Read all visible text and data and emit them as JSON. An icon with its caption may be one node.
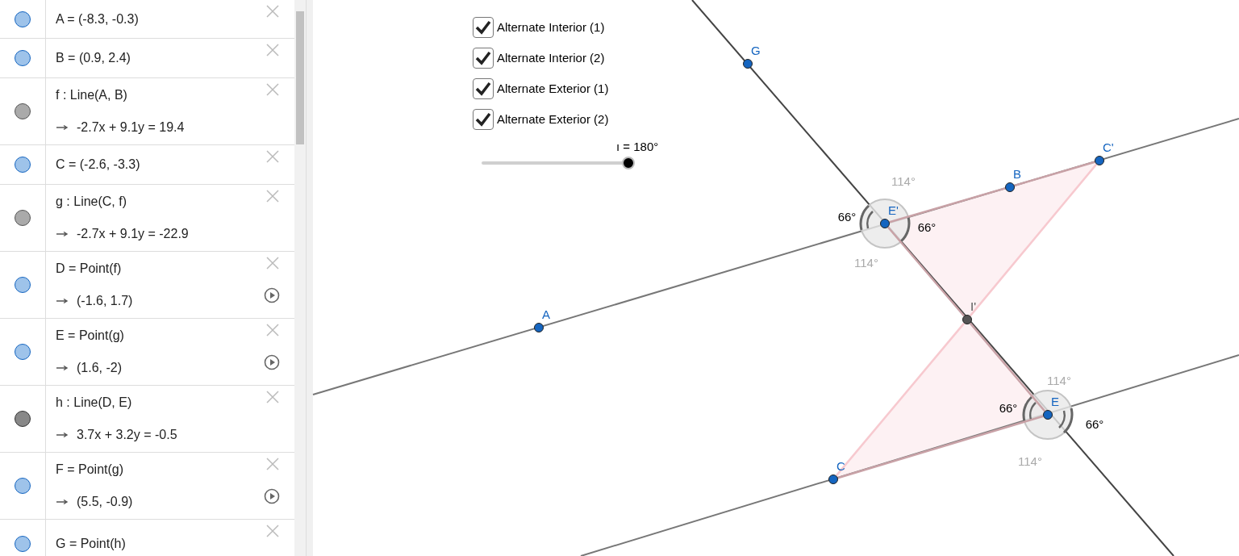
{
  "diagram": {
    "nodes": [
      {
        "text": [
          "G"
        ]
      },
      {
        "text": [
          "C'"
        ]
      },
      {
        "text": [
          "B"
        ]
      },
      {
        "text": [
          "E'"
        ]
      },
      {
        "text": [
          "A"
        ]
      },
      {
        "text": [
          "I'"
        ]
      },
      {
        "text": [
          "E"
        ]
      },
      {
        "text": [
          "C"
        ]
      }
    ],
    "edges": [
      {
        "from": 3,
        "to": 1,
        "arrow": "none"
      },
      {
        "from": 1,
        "to": 5,
        "arrow": "none",
        "color": "#f7c9cf"
      },
      {
        "from": 3,
        "to": 5,
        "arrow": "none"
      },
      {
        "from": 5,
        "to": 6,
        "arrow": "none"
      },
      {
        "from": 5,
        "to": 7,
        "arrow": "none",
        "color": "#f7c9cf"
      },
      {
        "from": 7,
        "to": 6,
        "arrow": "none"
      }
    ],
    "labels": [
      "A = (-8.3, -0.3)",
      "B = (0.9, 2.4)",
      "f : Line(A, B)",
      "-2.7x + 9.1y = 19.4",
      "C = (-2.6, -3.3)",
      "g : Line(C, f)",
      "-2.7x + 9.1y = -22.9",
      "D = Point(f)",
      "(-1.6, 1.7)",
      "E = Point(g)",
      "(1.6, -2)",
      "h : Line(D, E)",
      "3.7x + 3.2y = -0.5",
      "F = Point(g)",
      "(5.5, -0.9)",
      "G = Point(h)",
      "Alternate Interior (1)",
      "Alternate Interior (2)",
      "Alternate Exterior (1)",
      "Alternate Exterior (2)",
      "ı = 180°",
      "114°",
      "66°",
      "66°",
      "114°",
      "114°",
      "66°",
      "66°",
      "114°"
    ]
  }
}
